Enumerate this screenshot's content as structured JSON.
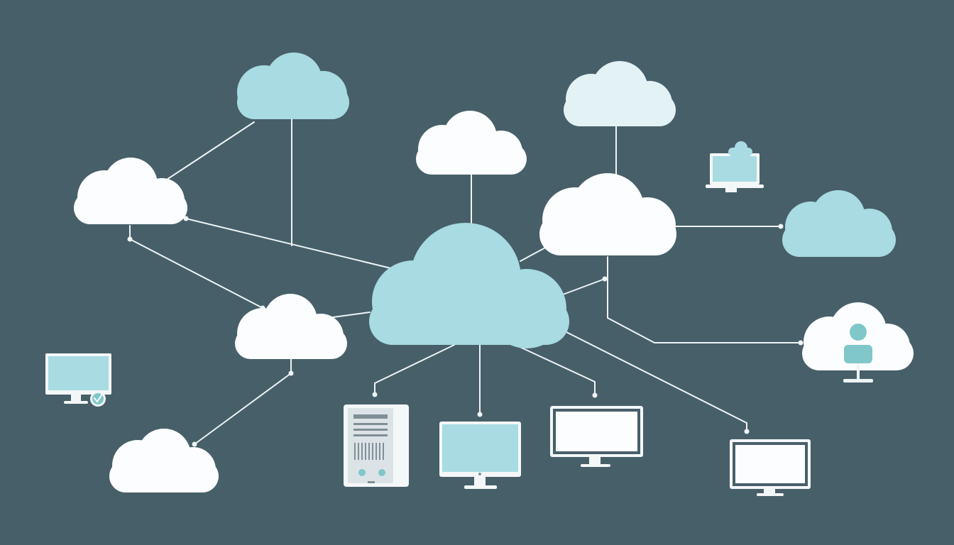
{
  "colors": {
    "background": "#475f69",
    "cloud_blue": "#a8dbe2",
    "cloud_white": "#fbfdfe",
    "cloud_pale": "#e3f2f5",
    "line": "#eef4f6",
    "screen_blue": "#a8dbe2",
    "device_frame": "#f4f7f8",
    "server_body": "#dce3e6",
    "server_stripe": "#7f8f96",
    "badge": "#7fc7c9"
  },
  "icons": {
    "cloud": "cloud-icon",
    "monitor": "monitor-icon",
    "laptop": "laptop-icon",
    "server": "server-icon",
    "user": "user-icon",
    "check": "check-badge-icon"
  },
  "diagram": {
    "clouds": [
      {
        "id": "hub",
        "color": "blue"
      },
      {
        "id": "top-left",
        "color": "blue"
      },
      {
        "id": "left",
        "color": "white"
      },
      {
        "id": "mid-left",
        "color": "white"
      },
      {
        "id": "bottom-left",
        "color": "white"
      },
      {
        "id": "top-center",
        "color": "white"
      },
      {
        "id": "top-right",
        "color": "pale"
      },
      {
        "id": "right-center",
        "color": "white"
      },
      {
        "id": "far-right",
        "color": "blue"
      },
      {
        "id": "user-cloud",
        "color": "white"
      }
    ],
    "devices": [
      {
        "id": "server",
        "type": "server"
      },
      {
        "id": "monitor-blue",
        "type": "monitor",
        "screen": "blue"
      },
      {
        "id": "monitor-white-center",
        "type": "monitor",
        "screen": "white"
      },
      {
        "id": "monitor-white-right",
        "type": "monitor",
        "screen": "white"
      },
      {
        "id": "monitor-left",
        "type": "monitor",
        "screen": "blue"
      },
      {
        "id": "laptop",
        "type": "laptop",
        "screen": "blue"
      }
    ]
  }
}
